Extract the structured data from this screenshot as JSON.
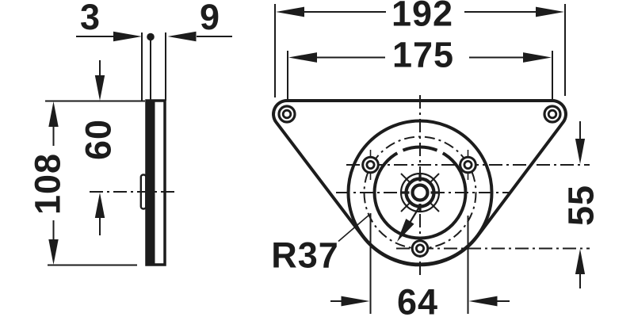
{
  "drawing": {
    "type": "technical-drawing",
    "subject": "furniture leg mounting plate, side profile and front view",
    "colors": {
      "ink": "#1c1c1c",
      "background": "#ffffff"
    },
    "side_view": {
      "thickness": "3",
      "depth": "9",
      "top_to_center": "60",
      "height": "108"
    },
    "front_view": {
      "width": "192",
      "corner_hole_spacing": "175",
      "bolt_circle_radius": "R37",
      "center_hole_offset": "55",
      "screw_hole_spacing": "64"
    }
  }
}
